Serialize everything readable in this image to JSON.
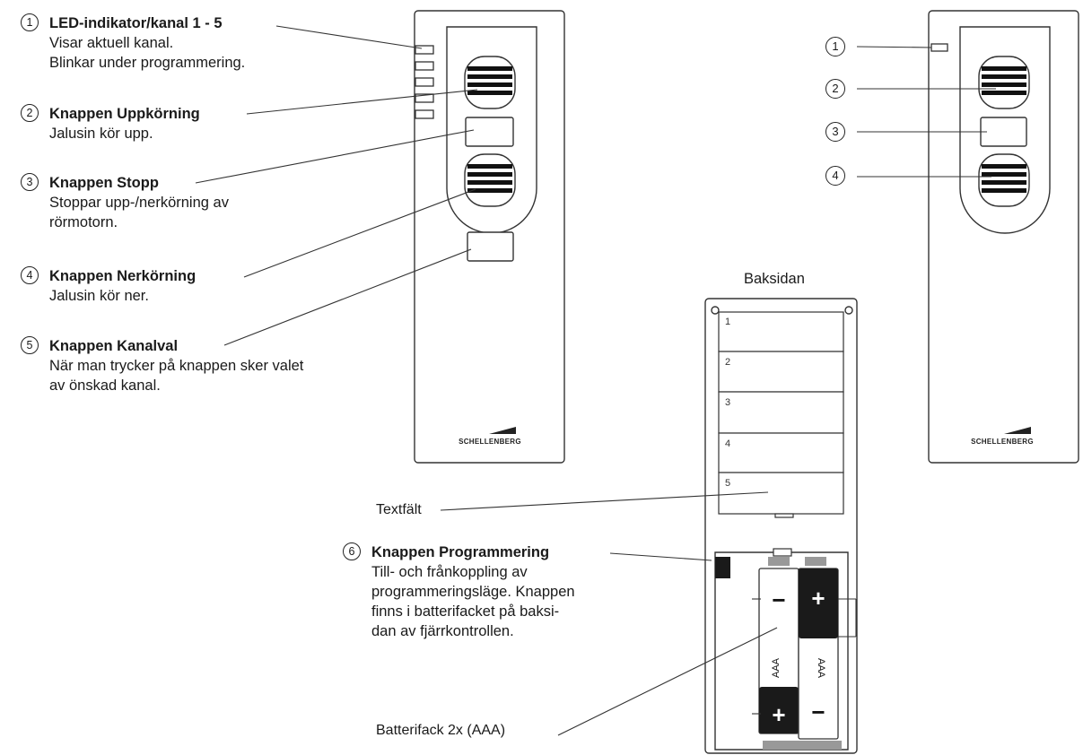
{
  "callouts": [
    {
      "num": "1",
      "title": "LED-indikator/kanal 1 - 5",
      "desc_lines": [
        "Visar aktuell kanal.",
        "Blinkar under programmering."
      ]
    },
    {
      "num": "2",
      "title": "Knappen Uppkörning",
      "desc_lines": [
        "Jalusin kör upp."
      ]
    },
    {
      "num": "3",
      "title": "Knappen Stopp",
      "desc_lines": [
        "Stoppar upp-/nerkörning av",
        "rörmotorn."
      ]
    },
    {
      "num": "4",
      "title": "Knappen Nerkörning",
      "desc_lines": [
        "Jalusin kör ner."
      ]
    },
    {
      "num": "5",
      "title": "Knappen Kanalval",
      "desc_lines": [
        "När man trycker på knappen sker valet",
        "av önskad kanal."
      ]
    },
    {
      "num": "6",
      "title": "Knappen Programmering",
      "desc_lines": [
        "Till- och frånkoppling av",
        " programmeringsläge. Knappen",
        "finns i batterifacket på baksi-",
        "dan av fjärrkontrollen."
      ]
    }
  ],
  "right_badges": [
    "1",
    "2",
    "3",
    "4"
  ],
  "brand": "SCHELLENBERG",
  "back_title": "Baksidan",
  "text_field_label": "Textfält",
  "text_field_slots": [
    "1",
    "2",
    "3",
    "4",
    "5"
  ],
  "battery_label": "Batterifack 2x (AAA)",
  "battery_type": "AAA",
  "plus": "+",
  "minus": "−"
}
